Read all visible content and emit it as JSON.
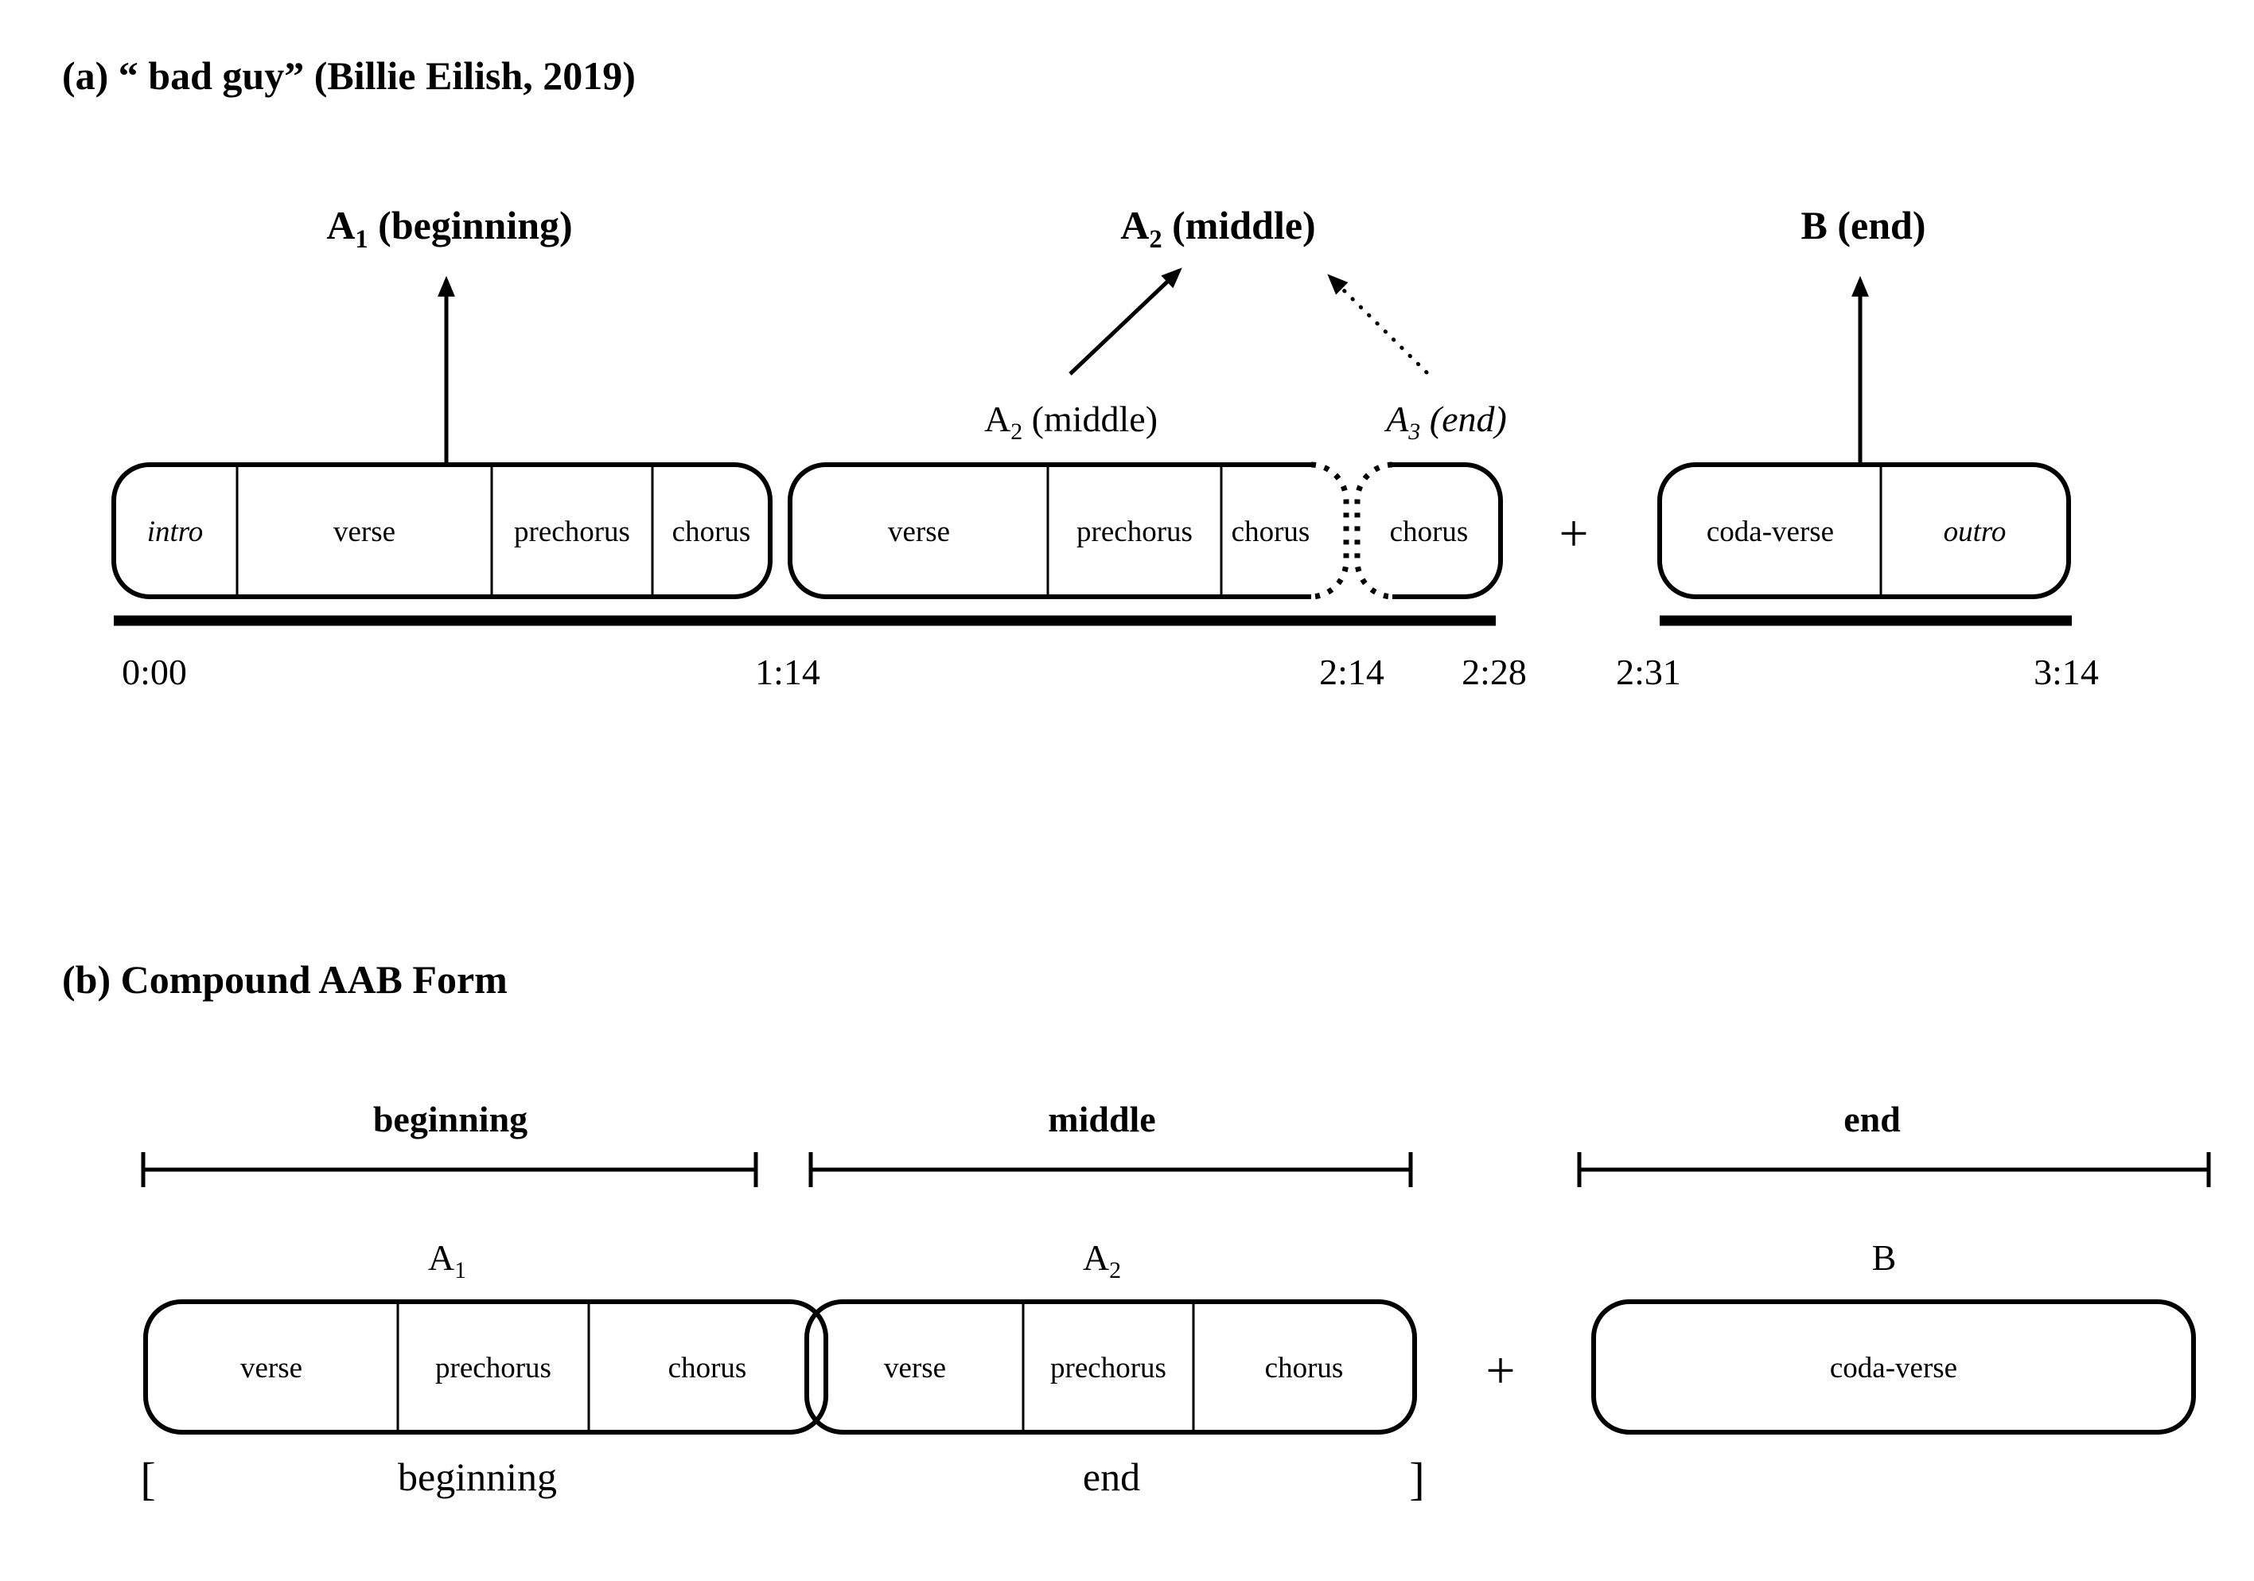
{
  "colors": {
    "ink": "#000000",
    "background": "#ffffff"
  },
  "panel_a": {
    "title": "(a) “ bad guy” (Billie Eilish, 2019)",
    "label_a1_top": {
      "main": "A",
      "sub": "1",
      "rest": " (beginning)"
    },
    "label_a2_top": {
      "main": "A",
      "sub": "2",
      "rest": " (middle)"
    },
    "label_b_top": "B (end)",
    "label_a2_mid": {
      "main": "A",
      "sub": "2",
      "rest": " (middle)"
    },
    "label_a3_mid": {
      "main": "A",
      "sub": "3",
      "rest": " (end)"
    },
    "plus": "+",
    "box1_cells": [
      "intro",
      "verse",
      "prechorus",
      "chorus"
    ],
    "box2_cells": [
      "verse",
      "prechorus",
      "chorus"
    ],
    "box2b_cell": "chorus",
    "box3_cells": [
      "coda-verse",
      "outro"
    ],
    "timeline_times": [
      "0:00",
      "1:14",
      "2:14",
      "2:28",
      "2:31",
      "3:14"
    ]
  },
  "panel_b": {
    "title": "(b) Compound AAB Form",
    "span_labels": [
      "beginning",
      "middle",
      "end"
    ],
    "label_a1": {
      "main": "A",
      "sub": "1"
    },
    "label_a2": {
      "main": "A",
      "sub": "2"
    },
    "label_b": "B",
    "box1_cells": [
      "verse",
      "prechorus",
      "chorus"
    ],
    "box2_cells": [
      "verse",
      "prechorus",
      "chorus"
    ],
    "box3_cell": "coda-verse",
    "plus": "+",
    "bottom_open_bracket": "[",
    "bottom_beginning": "beginning",
    "bottom_end": "end",
    "bottom_close_bracket": "]"
  }
}
